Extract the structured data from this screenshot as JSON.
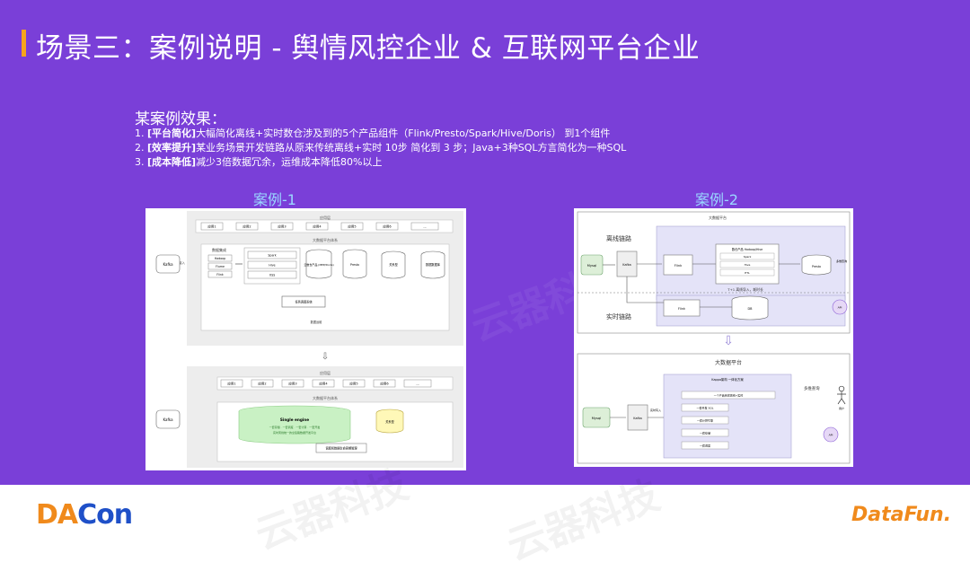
{
  "slide": {
    "title": "场景三：案例说明 - 舆情风控企业 & 互联网平台企业",
    "subtitle": "某案例效果：",
    "points": [
      {
        "prefix": "1. ",
        "bold": "[平台简化]",
        "text": "大幅简化离线+实时数仓涉及到的5个产品组件（Flink/Presto/Spark/Hive/Doris） 到1个组件"
      },
      {
        "prefix": "2. ",
        "bold": "[效率提升]",
        "text": "某业务场景开发链路从原来传统离线+实时 10步 简化到 3 步；Java+3种SQL方言简化为一种SQL"
      },
      {
        "prefix": "3. ",
        "bold": "[成本降低]",
        "text": "减少3倍数据冗余，运维成本降低80%以上"
      }
    ],
    "case1_label": "案例-1",
    "case2_label": "案例-2"
  },
  "watermark": "云器科技",
  "footer": {
    "left_a": "DA",
    "left_b": "Con",
    "right": "DataFun."
  },
  "case1": {
    "top_header": "应用层",
    "apps_top": [
      "应用1",
      "应用2",
      "应用3",
      "应用4",
      "应用5",
      "应用6",
      "..."
    ],
    "platform_label": "大数据平台体系",
    "source": "Kafka",
    "ingest": "数据接入",
    "stack_left_title": "数据集成",
    "stack_left": [
      "Hadoop",
      "Flume",
      "Flink"
    ],
    "stack_mid": [
      "Spark",
      "Hive",
      "OSS"
    ],
    "warehouse": "云数仓产品 (MPP/Doris)",
    "boxes": [
      "Presto",
      "关系型",
      "数据数据库"
    ],
    "scheduler": "任务调度系统",
    "ops": "数据运维",
    "bottom_header": "应用层",
    "apps_bottom": [
      "应用1",
      "应用2",
      "应用3",
      "应用4",
      "应用5",
      "应用6",
      "..."
    ],
    "bottom_platform": "大数据平台体系",
    "engine_title": "Single engine",
    "engine_line1": "一套存储 · 一套调度 · 一套计算 · 一套开发",
    "engine_line2": "实时离线统一的全链路数据开发平台",
    "bottom_db": "关系型",
    "bottom_bar": "调度和数据生命周期管理"
  },
  "case2": {
    "header": "大数据平台",
    "offline": "离线链路",
    "realtime": "实时链路",
    "mysql": "Mysql",
    "kafka": "Kafka",
    "flink": "Flink",
    "hadoop_title": "数仓产品 Hadoop/Hive",
    "hadoop_items": [
      "Spark",
      "Hive",
      "ETL"
    ],
    "presto": "Presto",
    "query": "多维查询",
    "tplus1": "T+1 离线导入，耗时长",
    "rt_flink": "Flink",
    "db": "DB",
    "api": "API",
    "bottom_header": "大数据平台",
    "kappa": "Kappa架构 一体化方案",
    "rows": [
      "一个产品完成离线+实时",
      "一套开发 SQL",
      "一套计算引擎",
      "一套存储",
      "一套调度"
    ],
    "bottom_query": "多维查询",
    "bottom_api": "API",
    "bottom_mysql": "Mysql",
    "bottom_kafka": "Kafka",
    "realtime_write": "实时写入",
    "user": "用户"
  }
}
